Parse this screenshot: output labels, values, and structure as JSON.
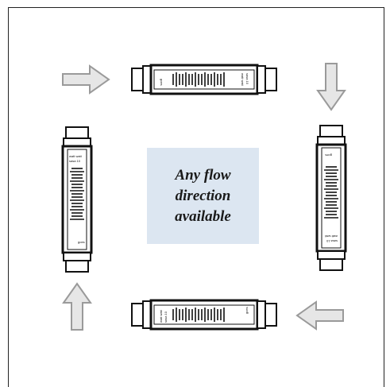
{
  "center": {
    "text": "Any flow\ndirection\navailable",
    "background": "#dce6f1"
  },
  "devices": [
    {
      "name": "top",
      "orientation": "horizontal",
      "label_lines": [
        "goes",
        "watt watt",
        "sasa 10"
      ]
    },
    {
      "name": "right",
      "orientation": "vertical",
      "label_lines": [
        "goes",
        "watt watt",
        "sasa 10"
      ]
    },
    {
      "name": "bottom",
      "orientation": "horizontal",
      "label_lines": [
        "goes",
        "watt watt",
        "sasa 10"
      ]
    },
    {
      "name": "left",
      "orientation": "vertical",
      "label_lines": [
        "goes",
        "watt watt",
        "sasa 10"
      ]
    }
  ],
  "arrows": [
    {
      "name": "top-left-arrow",
      "direction": "right"
    },
    {
      "name": "top-right-arrow",
      "direction": "down"
    },
    {
      "name": "bottom-right-arrow",
      "direction": "left"
    },
    {
      "name": "bottom-left-arrow",
      "direction": "up"
    }
  ],
  "colors": {
    "arrow_fill": "#e6e6e6",
    "arrow_stroke": "#9a9a9a",
    "device_stroke": "#111111"
  }
}
